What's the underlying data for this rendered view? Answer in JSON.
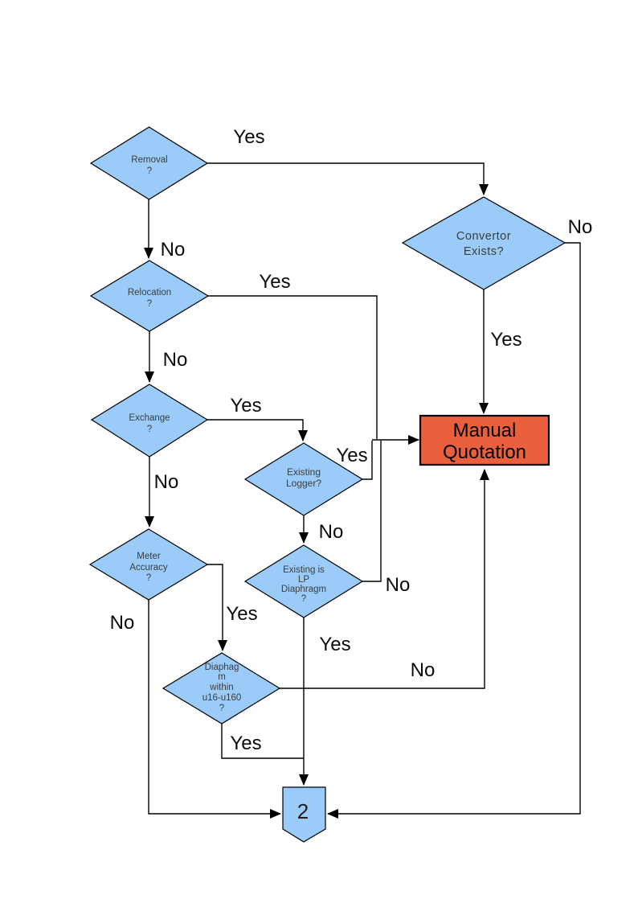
{
  "colors": {
    "node_fill": "#9BCBF8",
    "manual_quotation_fill": "#EA603C",
    "line": "#000000"
  },
  "nodes": {
    "removal": {
      "lines": [
        "Removal",
        "?"
      ]
    },
    "convertor_exists": {
      "lines": [
        "Convertor",
        "Exists?"
      ]
    },
    "relocation": {
      "lines": [
        "Relocation",
        "?"
      ]
    },
    "exchange": {
      "lines": [
        "Exchange",
        "?"
      ]
    },
    "existing_logger": {
      "lines": [
        "Existing",
        "Logger?"
      ]
    },
    "meter_accuracy": {
      "lines": [
        "Meter",
        "Accuracy",
        "?"
      ]
    },
    "existing_lp_diaphragm": {
      "lines": [
        "Existing is",
        "LP",
        "Diaphragm",
        "?"
      ]
    },
    "diaphragm_within": {
      "lines": [
        "Diaphag",
        "m",
        "within",
        "u16-u160",
        "?"
      ]
    },
    "manual_quotation": {
      "lines": [
        "Manual",
        "Quotation"
      ]
    },
    "offpage_connector": {
      "label": "2"
    }
  },
  "edge_labels": {
    "removal_yes": "Yes",
    "removal_no": "No",
    "convertor_no": "No",
    "convertor_yes": "Yes",
    "relocation_yes": "Yes",
    "relocation_no": "No",
    "exchange_yes": "Yes",
    "exchange_no": "No",
    "existing_logger_yes": "Yes",
    "existing_logger_no": "No",
    "existing_lp_no": "No",
    "existing_lp_yes": "Yes",
    "meter_accuracy_yes": "Yes",
    "meter_accuracy_no": "No",
    "diaphragm_no": "No",
    "diaphragm_yes": "Yes"
  }
}
